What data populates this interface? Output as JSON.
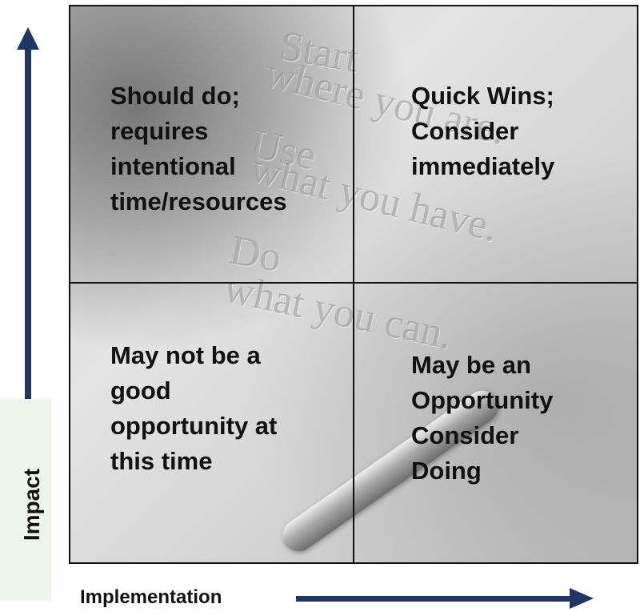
{
  "quadrants": {
    "top_left": {
      "lines": [
        "Should do;",
        "requires",
        "intentional",
        "time/resources"
      ]
    },
    "top_right": {
      "lines": [
        "Quick Wins;",
        "Consider",
        "immediately"
      ]
    },
    "bottom_left": {
      "lines": [
        "May not be a",
        "good",
        "opportunity at",
        "this time"
      ]
    },
    "bottom_right": {
      "lines": [
        "May be an",
        "Opportunity",
        "Consider",
        "Doing"
      ]
    }
  },
  "background_text": {
    "lines": [
      "Start",
      "where you are.",
      "Use",
      "what you have.",
      "Do",
      "what you can."
    ]
  },
  "axes": {
    "y_label": "Impact",
    "x_label": "Implementation"
  },
  "colors": {
    "arrow": "#1f3564",
    "grid": "#111111",
    "side_panel": "#eef6ec"
  }
}
